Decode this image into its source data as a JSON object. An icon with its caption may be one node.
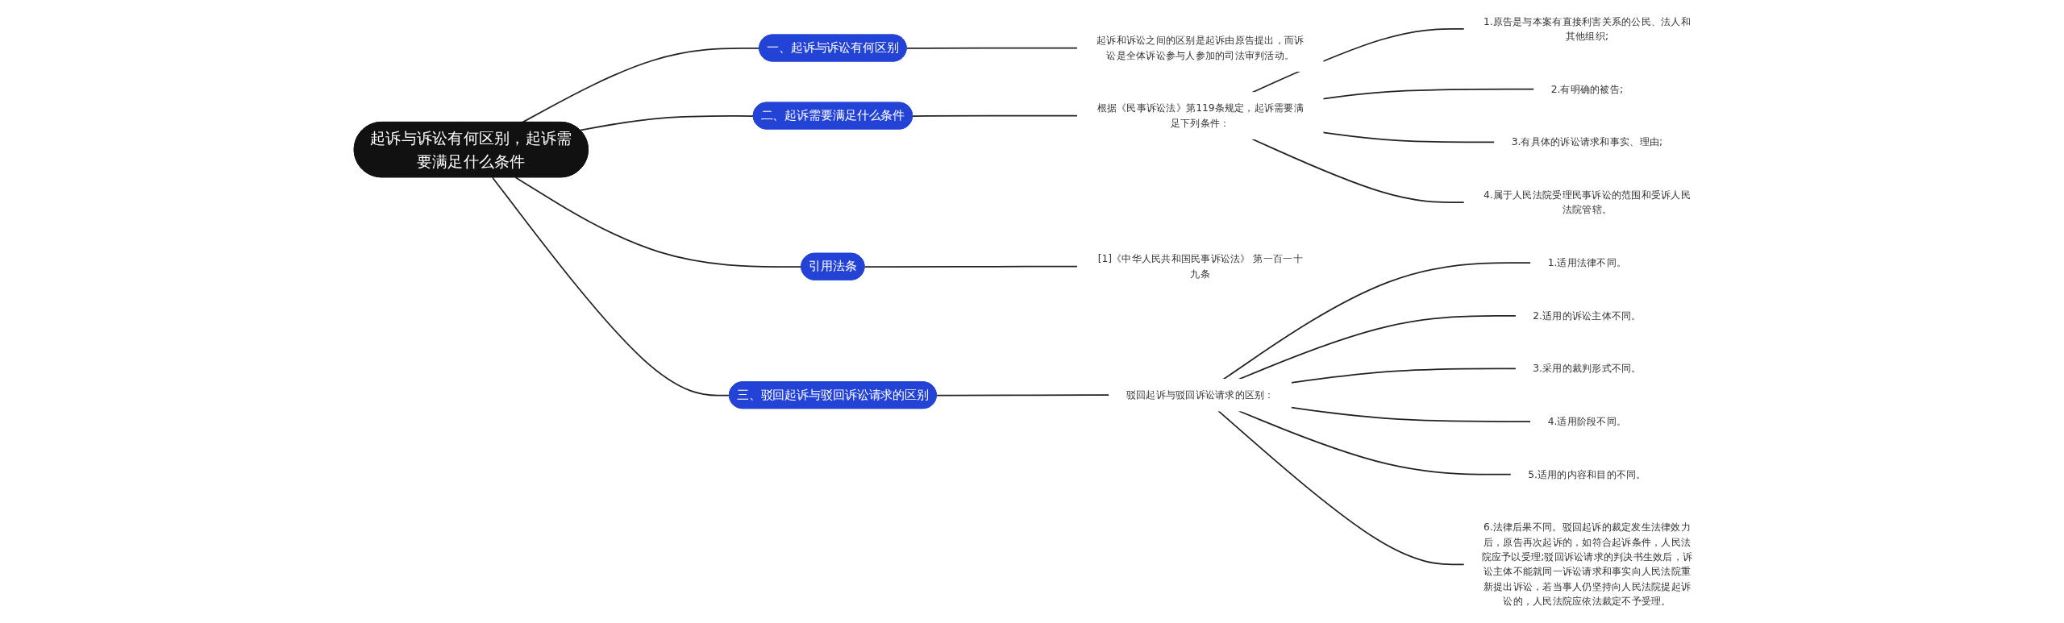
{
  "diagram": {
    "nodes": [
      {
        "text": [
          "起诉与诉讼有何区别，起诉需要满足什么条件"
        ]
      },
      {
        "text": [
          "一、起诉与诉讼有何区别"
        ]
      },
      {
        "text": [
          "起诉和诉讼之间的区别是起诉由原告提出，而诉讼是全体诉讼参与人参加的司法审判活动。"
        ]
      },
      {
        "text": [
          "二、起诉需要满足什么条件"
        ]
      },
      {
        "text": [
          "根据《民事诉讼法》第119条规定，起诉需要满足下列条件："
        ]
      },
      {
        "text": [
          "1.原告是与本案有直接利害关系的公民、法人和其他组织;"
        ]
      },
      {
        "text": [
          "2.有明确的被告;"
        ]
      },
      {
        "text": [
          "3.有具体的诉讼请求和事实、理由;"
        ]
      },
      {
        "text": [
          "4.属于人民法院受理民事诉讼的范围和受诉人民法院管辖。"
        ]
      },
      {
        "text": [
          "引用法条"
        ]
      },
      {
        "text": [
          "[1]《中华人民共和国民事诉讼法》 第一百一十九条"
        ]
      },
      {
        "text": [
          "三、驳回起诉与驳回诉讼请求的区别"
        ]
      },
      {
        "text": [
          "驳回起诉与驳回诉讼请求的区别："
        ]
      },
      {
        "text": [
          "1.适用法律不同。"
        ]
      },
      {
        "text": [
          "2.适用的诉讼主体不同。"
        ]
      },
      {
        "text": [
          "3.采用的裁判形式不同。"
        ]
      },
      {
        "text": [
          "4.适用阶段不同。"
        ]
      },
      {
        "text": [
          "5.适用的内容和目的不同。"
        ]
      },
      {
        "text": [
          "6.法律后果不同。驳回起诉的裁定发生法律效力后，原告再次起诉的，如符合起诉条件，人民法院应予以受理;驳回诉讼请求的判决书生效后，诉讼主体不能就同一诉讼请求和事实向人民法院重新提出诉讼，若当事人仍坚持向人民法院提起诉讼的，人民法院应依法裁定不予受理。"
        ]
      }
    ],
    "edges": [
      {
        "from": 0,
        "to": 1,
        "arrow": "none"
      },
      {
        "from": 1,
        "to": 2,
        "arrow": "none"
      },
      {
        "from": 0,
        "to": 3,
        "arrow": "none"
      },
      {
        "from": 3,
        "to": 4,
        "arrow": "none"
      },
      {
        "from": 4,
        "to": 5,
        "arrow": "none"
      },
      {
        "from": 4,
        "to": 6,
        "arrow": "none"
      },
      {
        "from": 4,
        "to": 7,
        "arrow": "none"
      },
      {
        "from": 4,
        "to": 8,
        "arrow": "none"
      },
      {
        "from": 0,
        "to": 9,
        "arrow": "none"
      },
      {
        "from": 9,
        "to": 10,
        "arrow": "none"
      },
      {
        "from": 0,
        "to": 11,
        "arrow": "none"
      },
      {
        "from": 11,
        "to": 12,
        "arrow": "none"
      },
      {
        "from": 12,
        "to": 13,
        "arrow": "none"
      },
      {
        "from": 12,
        "to": 14,
        "arrow": "none"
      },
      {
        "from": 12,
        "to": 15,
        "arrow": "none"
      },
      {
        "from": 12,
        "to": 16,
        "arrow": "none"
      },
      {
        "from": 12,
        "to": 17,
        "arrow": "none"
      },
      {
        "from": 12,
        "to": 18,
        "arrow": "none"
      }
    ]
  }
}
